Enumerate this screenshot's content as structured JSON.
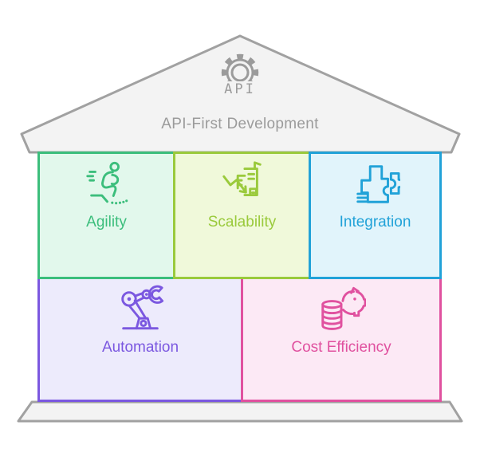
{
  "colors": {
    "canvas_bg": "#ffffff",
    "structure_fill": "#f3f3f3",
    "structure_stroke": "#a1a1a1",
    "roof_text": "#9b9b9b",
    "agility_accent": "#3cbe7c",
    "agility_bg": "#e2f8ec",
    "scalability_accent": "#9aca3c",
    "scalability_bg": "#f0f9da",
    "integration_accent": "#21a2d8",
    "integration_bg": "#e1f4fb",
    "automation_accent": "#7b58e0",
    "automation_bg": "#edebfc",
    "cost_accent": "#e0519f",
    "cost_bg": "#fce9f5"
  },
  "roof": {
    "icon": "gear-api-icon",
    "icon_label": "API",
    "title": "API-First Development"
  },
  "rooms": [
    {
      "id": "agility",
      "label": "Agility",
      "icon": "runner-icon"
    },
    {
      "id": "scalability",
      "label": "Scalability",
      "icon": "building-decline-arrow-icon"
    },
    {
      "id": "integration",
      "label": "Integration",
      "icon": "puzzle-pieces-icon"
    },
    {
      "id": "automation",
      "label": "Automation",
      "icon": "robot-arm-icon"
    },
    {
      "id": "cost_efficiency",
      "label": "Cost Efficiency",
      "icon": "piggy-bank-coins-icon"
    }
  ]
}
